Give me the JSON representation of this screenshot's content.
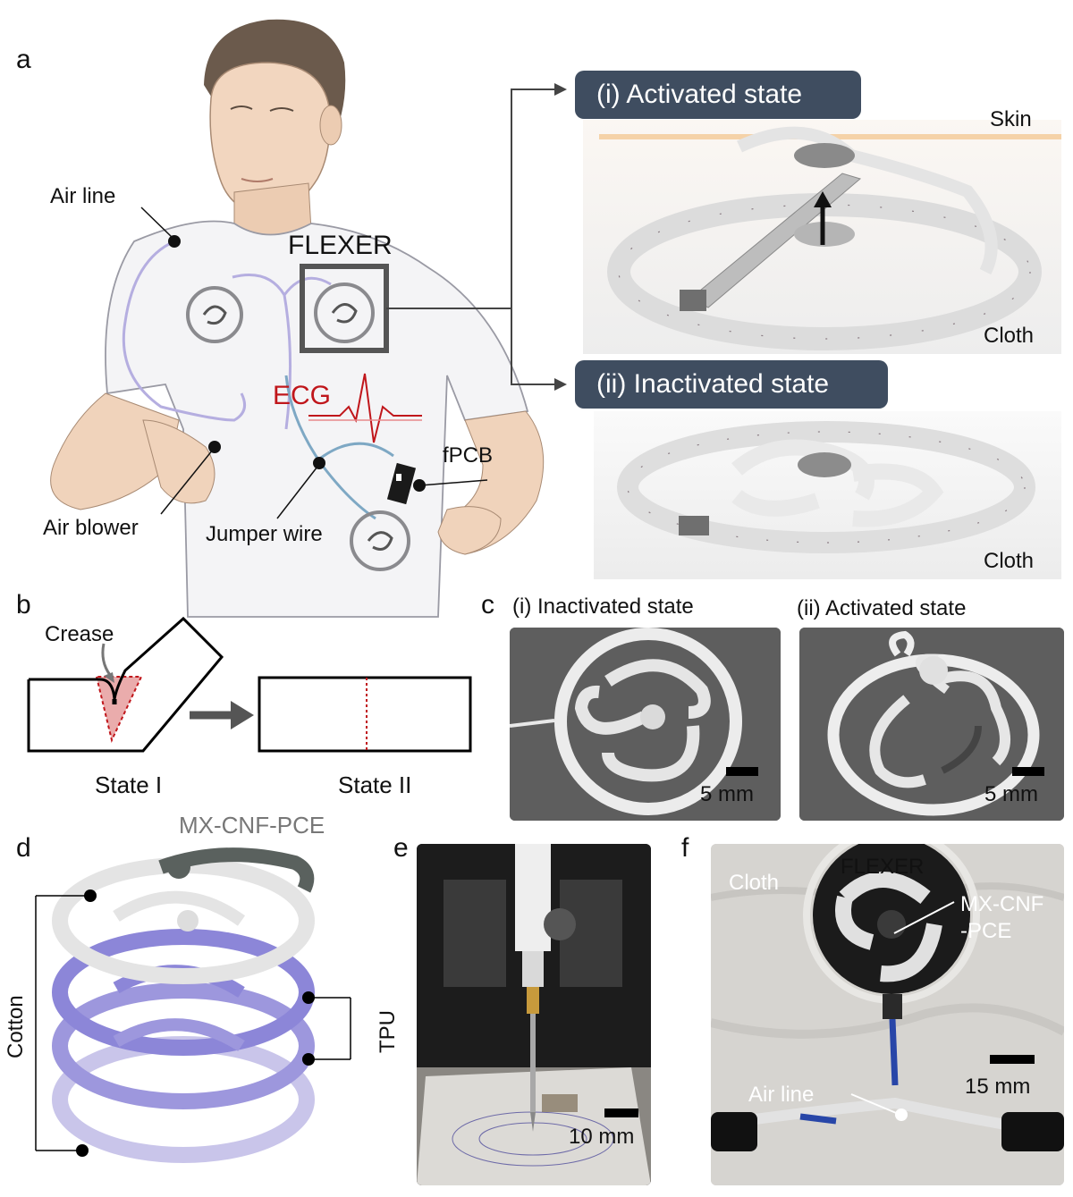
{
  "panels": {
    "a": "a",
    "b": "b",
    "c": "c",
    "d": "d",
    "e": "e",
    "f": "f"
  },
  "panel_a": {
    "air_line": "Air line",
    "flexer": "FLEXER",
    "ecg": "ECG",
    "fpcb": "fPCB",
    "air_blower": "Air blower",
    "jumper_wire": "Jumper wire",
    "activated": "(i) Activated state",
    "inactivated": "(ii) Inactivated state",
    "skin": "Skin",
    "cloth_top": "Cloth",
    "cloth_bottom": "Cloth"
  },
  "panel_b": {
    "crease": "Crease",
    "state1": "State I",
    "state2": "State II"
  },
  "panel_c": {
    "inactivated": "(i) Inactivated state",
    "activated": "(ii) Activated state",
    "scale_left": "5 mm",
    "scale_right": "5 mm"
  },
  "panel_d": {
    "mx": "MX-CNF-PCE",
    "cotton": "Cotton",
    "tpu": "TPU"
  },
  "panel_e": {
    "scale": "10 mm"
  },
  "panel_f": {
    "cloth": "Cloth",
    "flexer": "FLEXER",
    "mx_line1": "MX-CNF",
    "mx_line2": "-PCE",
    "air_line": "Air line",
    "scale": "15 mm"
  },
  "colors": {
    "pill": "#3f4d60",
    "ecg_red": "#c0161b",
    "tpu_purple": "#8c86d8",
    "crease_fill": "#e8a3a3",
    "skin_band": "#f5d2a8"
  }
}
